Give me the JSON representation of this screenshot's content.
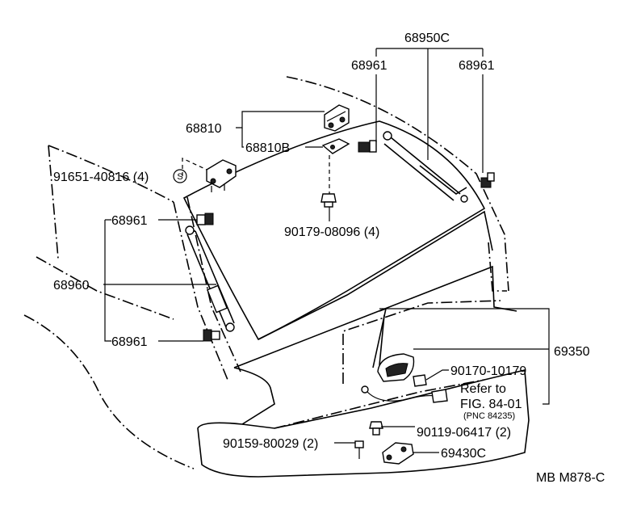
{
  "labels": {
    "p68950C": "68950C",
    "p68961_top_left": "68961",
    "p68961_top_right": "68961",
    "p68810": "68810",
    "p68810B": "68810B",
    "p91651": "91651-40816 (4)",
    "p90179": "90179-08096 (4)",
    "p68961_left_top": "68961",
    "p68960": "68960",
    "p68961_left_bottom": "68961",
    "p69350": "69350",
    "p90170": "90170-10179",
    "refer_line1": "Refer to",
    "refer_line2": "FIG. 84-01",
    "refer_pnc": "(PNC 84235)",
    "p90119": "90119-06417 (2)",
    "p90159": "90159-80029 (2)",
    "p69430C": "69430C",
    "figure_code": "MB M878-C",
    "s_mark": "S"
  }
}
